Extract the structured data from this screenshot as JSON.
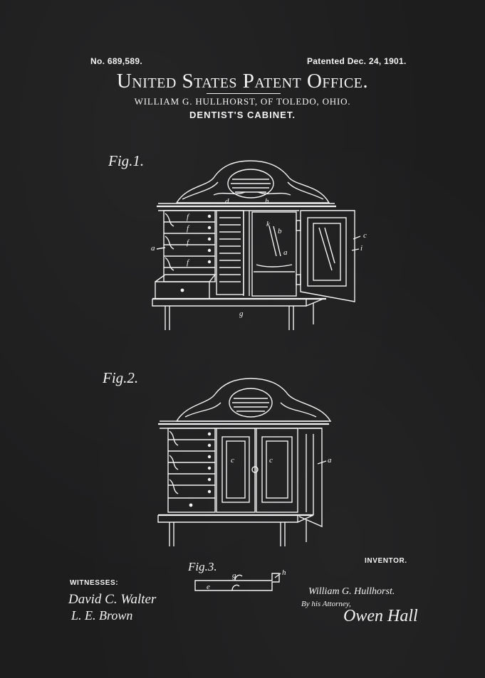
{
  "header": {
    "patent_number": "No. 689,589.",
    "patent_date": "Patented Dec. 24, 1901.",
    "office": "United States Patent Office.",
    "inventor_line": "WILLIAM G. HULLHORST, OF TOLEDO, OHIO.",
    "title": "DENTIST'S CABINET."
  },
  "figures": {
    "fig1_label": "Fig.1.",
    "fig2_label": "Fig.2.",
    "fig3_label": "Fig.3."
  },
  "reference_letters": {
    "fig1": [
      "a",
      "f",
      "f",
      "f",
      "f",
      "d",
      "h",
      "k",
      "b",
      "a",
      "c",
      "i",
      "g"
    ],
    "fig2": [
      "c",
      "c",
      "a"
    ],
    "fig3": [
      "e",
      "g",
      "h"
    ]
  },
  "footer": {
    "witnesses_label": "WITNESSES:",
    "witness_1": "David C. Walter",
    "witness_2": "L. E. Brown",
    "inventor_label": "INVENTOR.",
    "inventor_signature": "William G. Hullhorst.",
    "attorney_line": "By his Attorney,",
    "attorney_signature": "Owen Hall"
  },
  "colors": {
    "background": "#1d1d1e",
    "ink": "#f2f2f2"
  }
}
